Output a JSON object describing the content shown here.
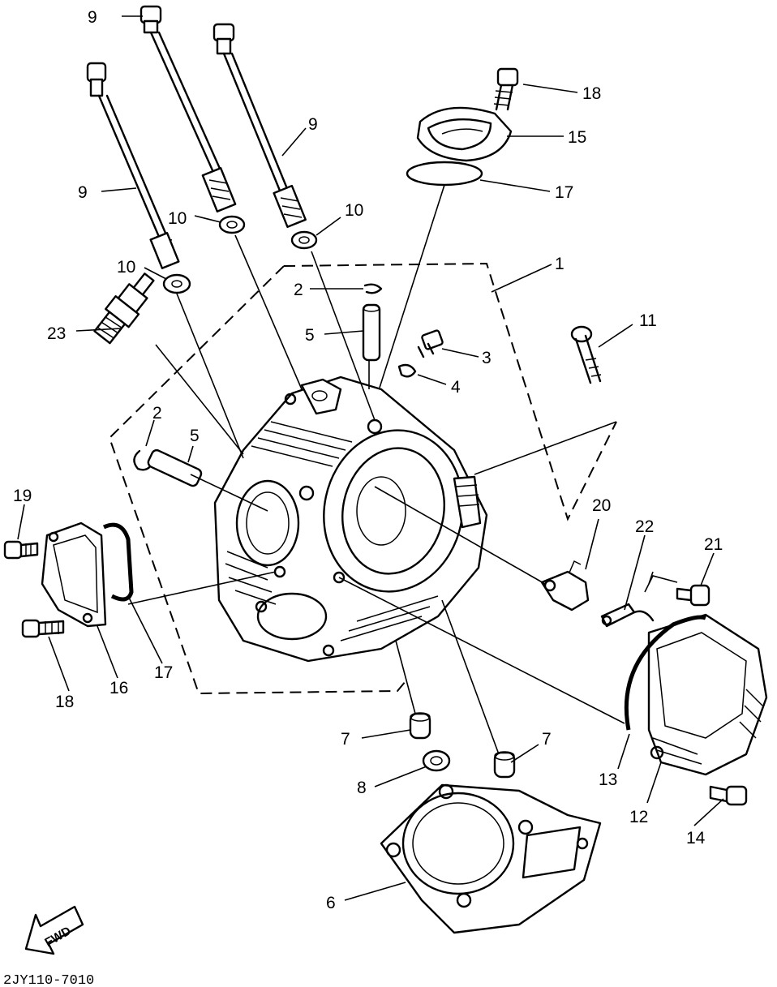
{
  "callouts": [
    {
      "id": "c9a",
      "text": "9"
    },
    {
      "id": "c9b",
      "text": "9"
    },
    {
      "id": "c9c",
      "text": "9"
    },
    {
      "id": "c10a",
      "text": "10"
    },
    {
      "id": "c10b",
      "text": "10"
    },
    {
      "id": "c10c",
      "text": "10"
    },
    {
      "id": "c18a",
      "text": "18"
    },
    {
      "id": "c15",
      "text": "15"
    },
    {
      "id": "c17a",
      "text": "17"
    },
    {
      "id": "c1",
      "text": "1"
    },
    {
      "id": "c2a",
      "text": "2"
    },
    {
      "id": "c5a",
      "text": "5"
    },
    {
      "id": "c3",
      "text": "3"
    },
    {
      "id": "c4",
      "text": "4"
    },
    {
      "id": "c11",
      "text": "11"
    },
    {
      "id": "c23",
      "text": "23"
    },
    {
      "id": "c2b",
      "text": "2"
    },
    {
      "id": "c5b",
      "text": "5"
    },
    {
      "id": "c19",
      "text": "19"
    },
    {
      "id": "c20",
      "text": "20"
    },
    {
      "id": "c22",
      "text": "22"
    },
    {
      "id": "c21",
      "text": "21"
    },
    {
      "id": "c18b",
      "text": "18"
    },
    {
      "id": "c16",
      "text": "16"
    },
    {
      "id": "c17b",
      "text": "17"
    },
    {
      "id": "c7a",
      "text": "7"
    },
    {
      "id": "c7b",
      "text": "7"
    },
    {
      "id": "c8",
      "text": "8"
    },
    {
      "id": "c13",
      "text": "13"
    },
    {
      "id": "c12",
      "text": "12"
    },
    {
      "id": "c14",
      "text": "14"
    },
    {
      "id": "c6",
      "text": "6"
    }
  ],
  "fwd_label": "FWD",
  "diagram_code": "2JY110-7010"
}
